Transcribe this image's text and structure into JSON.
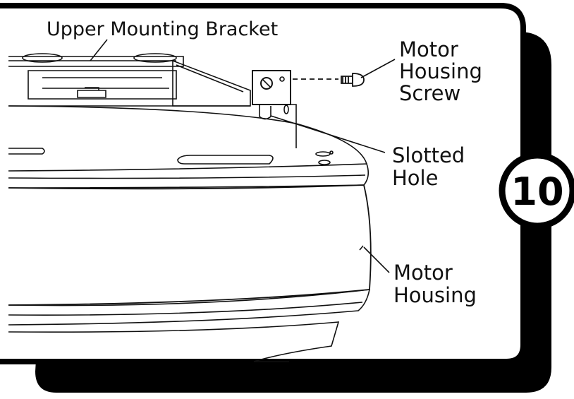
{
  "labels": {
    "upper_mounting_bracket": "Upper Mounting Bracket",
    "motor_housing_screw": [
      "Motor",
      "Housing",
      "Screw"
    ],
    "slotted_hole": [
      "Slotted",
      "Hole"
    ],
    "motor_housing": [
      "Motor",
      "Housing"
    ]
  },
  "step": {
    "number": "10"
  }
}
